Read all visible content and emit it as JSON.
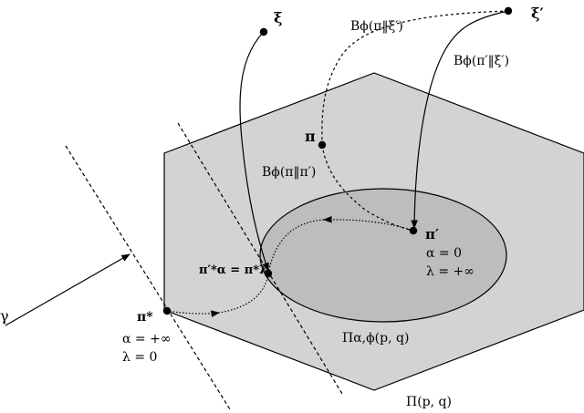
{
  "colors": {
    "hexagon_fill": "#d3d3d3",
    "ellipse_fill": "#bdbdbd",
    "stroke": "#000000",
    "background": "#ffffff"
  },
  "labels": {
    "xi": "ξ",
    "xi_prime": "ξ′",
    "pi": "π",
    "pi_prime": "π′",
    "pi_star": "π*",
    "pi_prime_alpha_star": "π′*α = π*λ",
    "gamma": "γ",
    "divergence_pi_xi_prime": "Bϕ(π‖ξ′)",
    "divergence_pi_prime_xi_prime": "Bϕ(π′‖ξ′)",
    "divergence_pi_pi_prime": "Bϕ(π‖π′)",
    "alpha_zero": "α = 0",
    "lambda_infinity": "λ = +∞",
    "alpha_infinity": "α = +∞",
    "lambda_zero": "λ = 0",
    "set_pi_alpha_phi": "Πα,ϕ(p, q)",
    "set_pi": "Π(p, q)"
  }
}
